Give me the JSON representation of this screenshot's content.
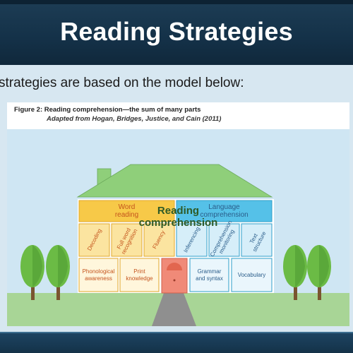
{
  "slide": {
    "title": "Reading Strategies",
    "intro": "strategies are based on the model below:"
  },
  "figure": {
    "title": "Figure 2: Reading comprehension—the sum of many parts",
    "subtitle": "Adapted from Hogan, Bridges, Justice, and Cain (2011)",
    "roof_line1": "Reading",
    "roof_line2": "comprehension",
    "word_reading_line1": "Word",
    "word_reading_line2": "reading",
    "language_line1": "Language",
    "language_line2": "comprehension",
    "word_items": [
      {
        "line1": "Decoding",
        "line2": ""
      },
      {
        "line1": "Full word",
        "line2": "recognition"
      },
      {
        "line1": "Fluency",
        "line2": ""
      }
    ],
    "language_items": [
      {
        "line1": "Inferencing",
        "line2": ""
      },
      {
        "line1": "Comprehension",
        "line2": "monitoring"
      },
      {
        "line1": "Text",
        "line2": "structure"
      }
    ],
    "foundation_left": [
      {
        "line1": "Phonological",
        "line2": "awareness"
      },
      {
        "line1": "Print",
        "line2": "knowledge"
      }
    ],
    "foundation_right": [
      {
        "line1": "Grammar",
        "line2": "and syntax"
      },
      {
        "line1": "Vocabulary",
        "line2": ""
      }
    ]
  },
  "colors": {
    "title_bar": "#143148",
    "roof": "#8fcf7a",
    "word_reading": "#f7c948",
    "language": "#55c1e8",
    "door": "#f08a78",
    "grass": "#a8d596",
    "sky": "#cfe6f3"
  }
}
